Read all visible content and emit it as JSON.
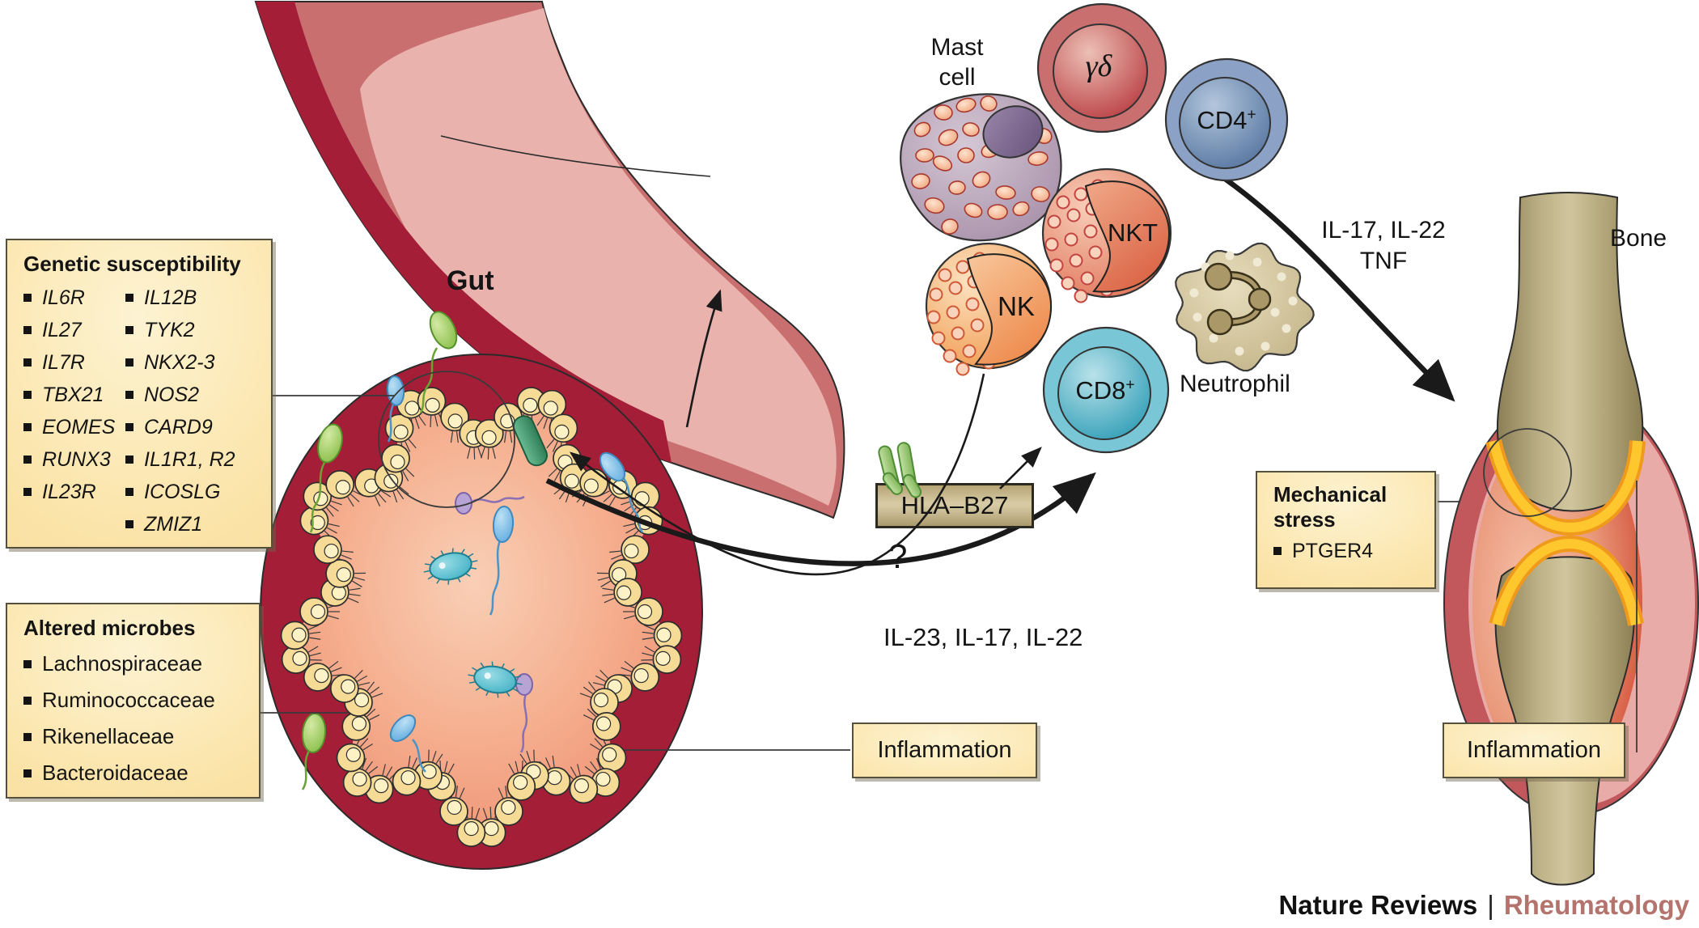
{
  "genetic_box": {
    "title": "Genetic susceptibility",
    "items_left": [
      "IL6R",
      "IL27",
      "IL7R",
      "TBX21",
      "EOMES",
      "RUNX3",
      "IL23R"
    ],
    "items_right": [
      "IL12B",
      "TYK2",
      "NKX2-3",
      "NOS2",
      "CARD9",
      "IL1R1, R2",
      "ICOSLG",
      "ZMIZ1"
    ]
  },
  "microbes_box": {
    "title": "Altered microbes",
    "items": [
      "Lachnospiraceae",
      "Ruminococcaceae",
      "Rikenellaceae",
      "Bacteroidaceae"
    ]
  },
  "mechanical_box": {
    "title": "Mechanical stress",
    "items": [
      "PTGER4"
    ]
  },
  "hla_box": {
    "label": "HLA–B27"
  },
  "inflammation_gut": {
    "label": "Inflammation"
  },
  "inflammation_joint": {
    "label": "Inflammation"
  },
  "labels": {
    "gut": "Gut",
    "bone": "Bone",
    "mast_line1": "Mast",
    "mast_line2": "cell",
    "neutrophil": "Neutrophil",
    "question_mark": "?",
    "cytokines_gut_to_cells": "IL-23, IL-17, IL-22",
    "cytokines_to_joint_line1": "IL-17, IL-22",
    "cytokines_to_joint_line2": "TNF"
  },
  "cells": {
    "gamma_delta": "γδ",
    "cd4": {
      "base": "CD4",
      "sup": "+"
    },
    "nkt": "NKT",
    "nk": "NK",
    "cd8": {
      "base": "CD8",
      "sup": "+"
    }
  },
  "footer": {
    "brand": "Nature Reviews",
    "separator": "|",
    "journal": "Rheumatology"
  },
  "colors": {
    "box_fill": "#fbe4a9",
    "box_border": "#55503c",
    "hla_tan": "#c9b88e",
    "gut_dark_red": "#a51e37",
    "gut_rose": "#c96f70",
    "gut_highlight_pink": "#e9b2ad",
    "lumen_salmon": "#f5af8f",
    "epithelium_yellow": "#f6db97",
    "bone_tan": "#beb288",
    "cartilage_yellow": "#ffc72e",
    "capsule_rose": "#c2575c",
    "mast_lavender": "#b9a0b8",
    "gamma_delta_red": "#c04a4e",
    "cd4_blue": "#5d81b0",
    "nkt_salmon": "#e2795a",
    "nk_orange": "#f2a254",
    "cd8_teal": "#3fa8bf",
    "neutrophil_beige": "#d0c199",
    "receptor_green": "#9cc973",
    "arrow_black": "#1a1a1a",
    "journal_red": "#b4736d"
  }
}
